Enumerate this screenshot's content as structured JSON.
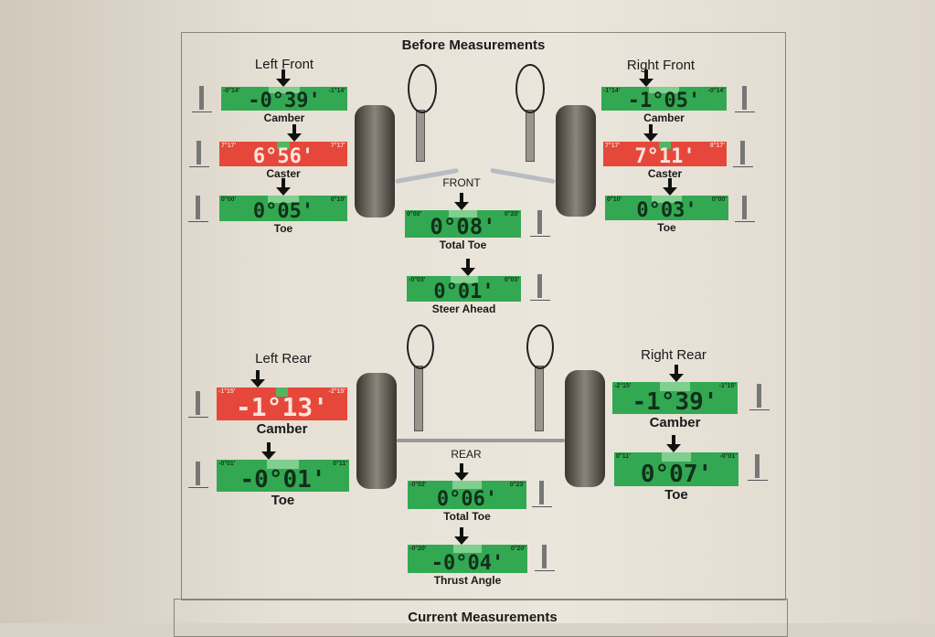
{
  "header": {
    "title": "Before Measurements",
    "footer_title": "Current Measurements"
  },
  "corners": {
    "left_front": "Left Front",
    "right_front": "Right Front",
    "left_rear": "Left Rear",
    "right_rear": "Right Rear",
    "front": "FRONT",
    "rear": "REAR"
  },
  "colors": {
    "in_spec": "#33a852",
    "out_of_spec": "#e5483a"
  },
  "gauges": {
    "lf_camber": {
      "label": "Camber",
      "value": "-0°39'",
      "min": "-0°14'",
      "max": "-1°14'",
      "status": "ok"
    },
    "lf_caster": {
      "label": "Caster",
      "value": "6°56'",
      "min": "7°17'",
      "max": "7°17'",
      "status": "out"
    },
    "lf_toe": {
      "label": "Toe",
      "value": "0°05'",
      "min": "0°00'",
      "max": "0°10'",
      "status": "ok"
    },
    "rf_camber": {
      "label": "Camber",
      "value": "-1°05'",
      "min": "-1°14'",
      "max": "-0°14'",
      "status": "ok"
    },
    "rf_caster": {
      "label": "Caster",
      "value": "7°11'",
      "min": "7°17'",
      "max": "8°17'",
      "status": "out"
    },
    "rf_toe": {
      "label": "Toe",
      "value": "0°03'",
      "min": "0°10'",
      "max": "0°00'",
      "status": "ok"
    },
    "front_total_toe": {
      "label": "Total Toe",
      "value": "0°08'",
      "min": "0°00'",
      "max": "0°20'",
      "status": "ok"
    },
    "steer_ahead": {
      "label": "Steer Ahead",
      "value": "0°01'",
      "min": "-0°03'",
      "max": "0°03'",
      "status": "ok"
    },
    "lr_camber": {
      "label": "Camber",
      "value": "-1°13'",
      "min": "-1°15'",
      "max": "-2°15'",
      "status": "out"
    },
    "lr_toe": {
      "label": "Toe",
      "value": "-0°01'",
      "min": "-0°01'",
      "max": "0°11'",
      "status": "ok"
    },
    "rr_camber": {
      "label": "Camber",
      "value": "-1°39'",
      "min": "-2°15'",
      "max": "-1°15'",
      "status": "ok"
    },
    "rr_toe": {
      "label": "Toe",
      "value": "0°07'",
      "min": "0°11'",
      "max": "-0°01'",
      "status": "ok"
    },
    "rear_total_toe": {
      "label": "Total Toe",
      "value": "0°06'",
      "min": "-0°02'",
      "max": "0°23'",
      "status": "ok"
    },
    "thrust_angle": {
      "label": "Thrust Angle",
      "value": "-0°04'",
      "min": "-0°20'",
      "max": "0°20'",
      "status": "ok"
    }
  }
}
